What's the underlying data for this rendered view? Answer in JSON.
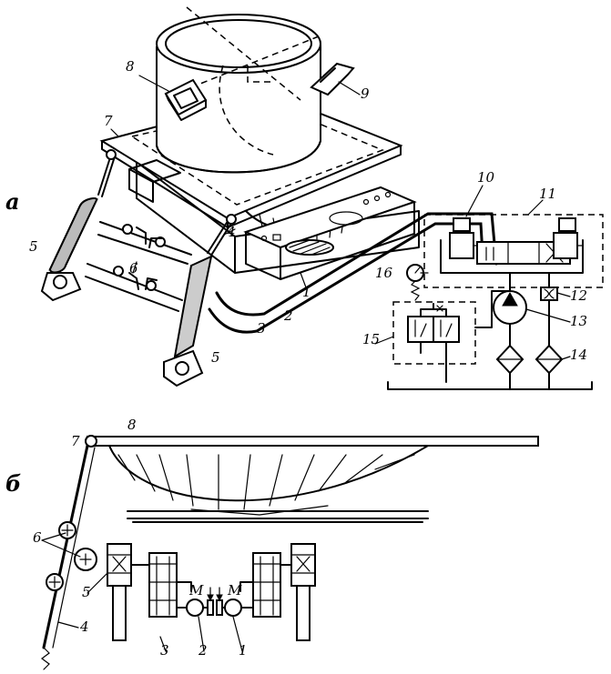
{
  "parts": {
    "a": "а",
    "b": "б"
  },
  "labels_a": [
    "1",
    "2",
    "3",
    "4",
    "5",
    "5",
    "6",
    "7",
    "8",
    "9",
    "10",
    "11",
    "12",
    "13",
    "14",
    "15",
    "16"
  ],
  "labels_b": [
    "1",
    "2",
    "3",
    "4",
    "5",
    "6",
    "7",
    "8"
  ],
  "motor_label": "M"
}
